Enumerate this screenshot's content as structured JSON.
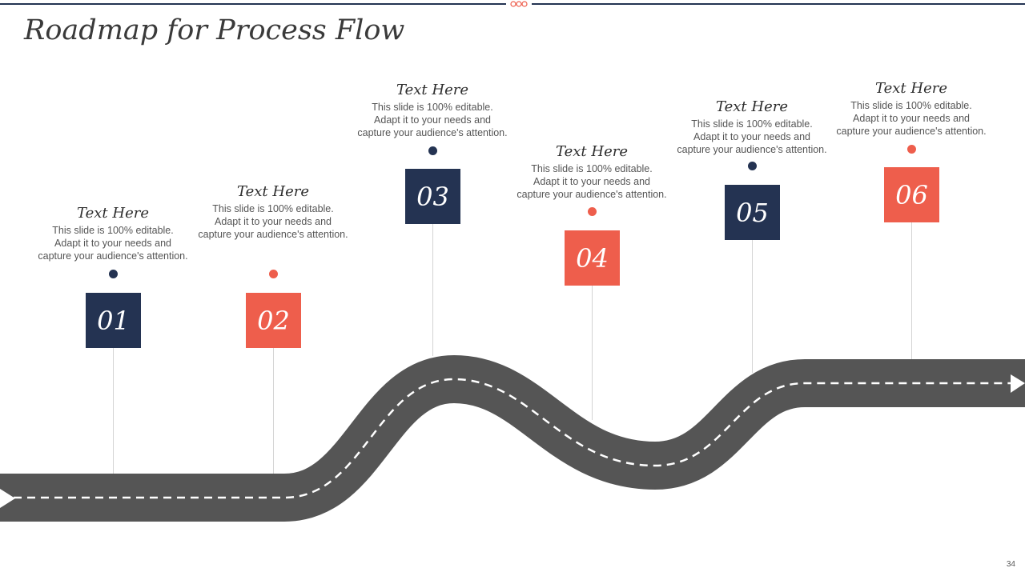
{
  "slide": {
    "title": "Roadmap for Process Flow",
    "page_number": "34"
  },
  "colors": {
    "navy": "#243352",
    "coral": "#ee5e4c",
    "road": "#555555",
    "road_dash": "#ffffff",
    "stem": "#d4d4d4"
  },
  "steps": [
    {
      "number": "01",
      "heading": "Text Here",
      "lines": [
        "This slide is 100% editable.",
        "Adapt it to your needs and",
        "capture your audience's attention."
      ],
      "color": "navy"
    },
    {
      "number": "02",
      "heading": "Text Here",
      "lines": [
        "This slide is 100% editable.",
        "Adapt it to your needs and",
        "capture your audience's attention."
      ],
      "color": "coral"
    },
    {
      "number": "03",
      "heading": "Text Here",
      "lines": [
        "This slide is 100% editable.",
        "Adapt it to your needs and",
        "capture your audience's attention."
      ],
      "color": "navy"
    },
    {
      "number": "04",
      "heading": "Text Here",
      "lines": [
        "This slide is 100% editable.",
        "Adapt it to your needs and",
        "capture your audience's attention."
      ],
      "color": "coral"
    },
    {
      "number": "05",
      "heading": "Text Here",
      "lines": [
        "This slide is 100% editable.",
        "Adapt it to your needs and",
        "capture your audience's attention."
      ],
      "color": "navy"
    },
    {
      "number": "06",
      "heading": "Text Here",
      "lines": [
        "This slide is 100% editable.",
        "Adapt it to your needs and",
        "capture your audience's attention."
      ],
      "color": "coral"
    }
  ]
}
